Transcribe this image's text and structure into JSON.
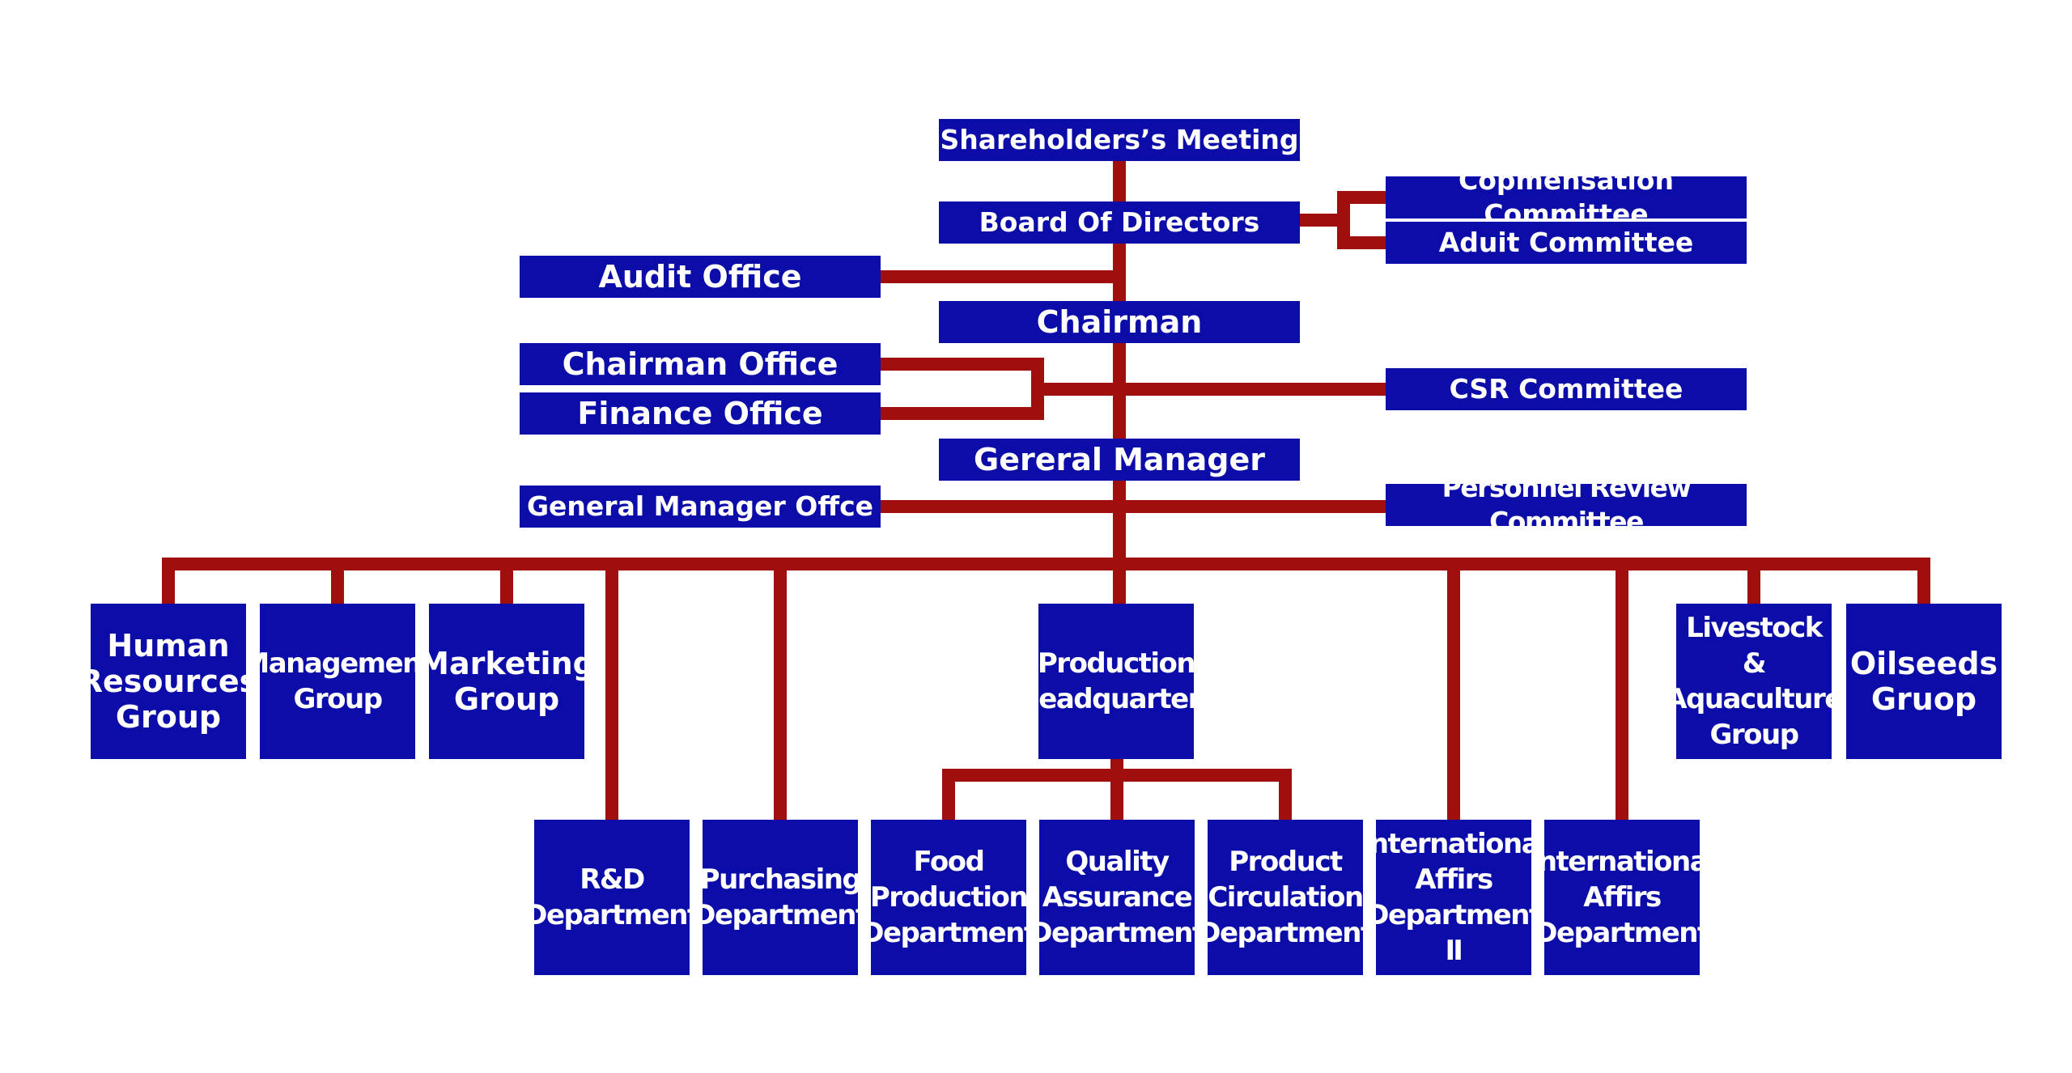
{
  "colors": {
    "box_fill": "#0c0ca8",
    "box_text": "#ffffff",
    "connector": "#a10e0e",
    "background": "#ffffff"
  },
  "nodes": {
    "shareholders": "Shareholders’s Meeting",
    "board": "Board Of Directors",
    "compensation": "Copmensation Committee",
    "audit_committee": "Aduit Committee",
    "audit_office": "Audit Office",
    "chairman": "Chairman",
    "chairman_office": "Chairman Office",
    "finance_office": "Finance Office",
    "csr": "CSR Committee",
    "general_manager": "Gereral Manager",
    "gm_office": "General Manager Offce",
    "personnel_review": "Personnel Review Committee",
    "human_resources": "Human\nResources\nGroup",
    "management": "Management\nGroup",
    "marketing": "Marketing\nGroup",
    "production_hq": "Production\nHeadquarters",
    "livestock": "Livestock\n&\nAquaculture\nGroup",
    "oilseeds": "Oilseeds\nGruop",
    "rd": "R&D\nDepartment",
    "purchasing": "Purchasing\nDepartment",
    "food_production": "Food\nProduction\nDepartment",
    "quality_assurance": "Quality\nAssurance\nDepartment",
    "product_circulation": "Product\nCirculation\nDepartment",
    "intl_affairs_2": "International\nAffirs\nDepartment\nⅡ",
    "intl_affairs": "International\nAffirs\nDepartment"
  }
}
